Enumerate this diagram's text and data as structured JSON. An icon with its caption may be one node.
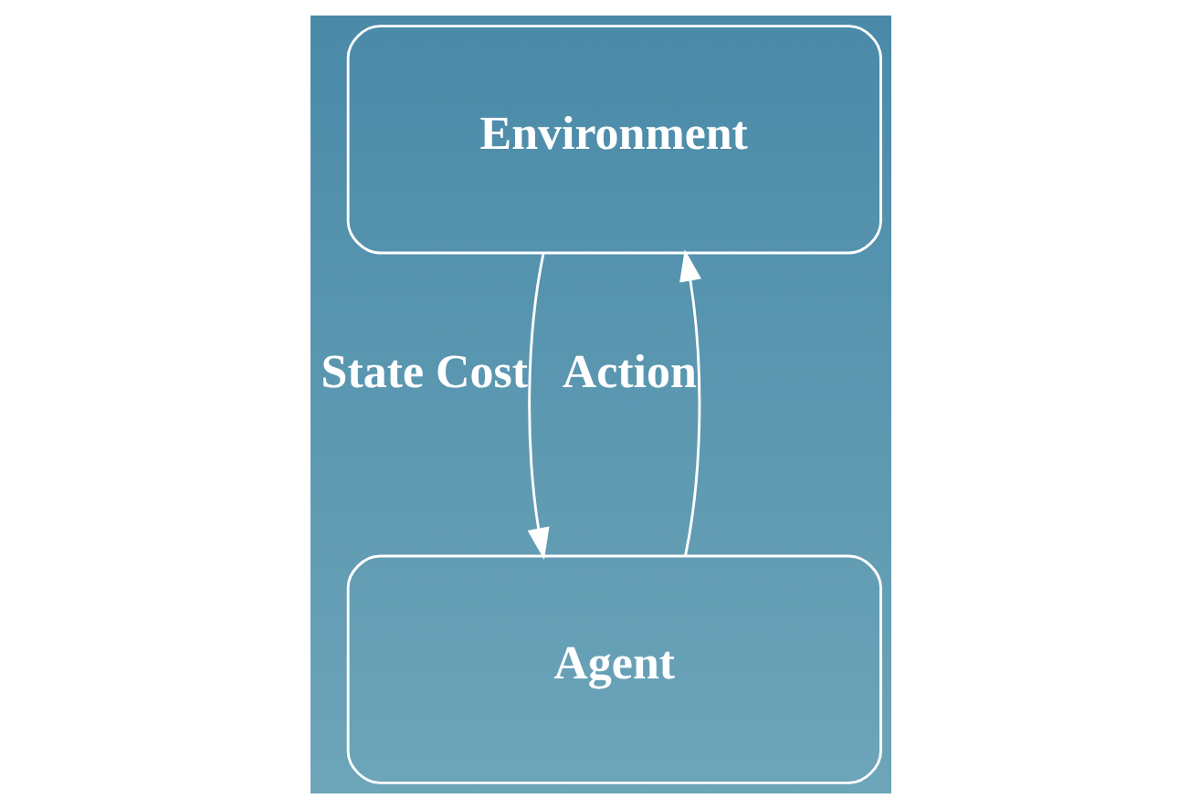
{
  "diagram": {
    "nodes": [
      {
        "text": [
          "Environment"
        ]
      },
      {
        "text": [
          "Agent"
        ]
      }
    ],
    "edges": [
      {
        "from": 1,
        "to": 0,
        "arrow": "to",
        "label": "Action"
      },
      {
        "from": 0,
        "to": 1,
        "arrow": "to",
        "label": "State Cost"
      }
    ]
  }
}
